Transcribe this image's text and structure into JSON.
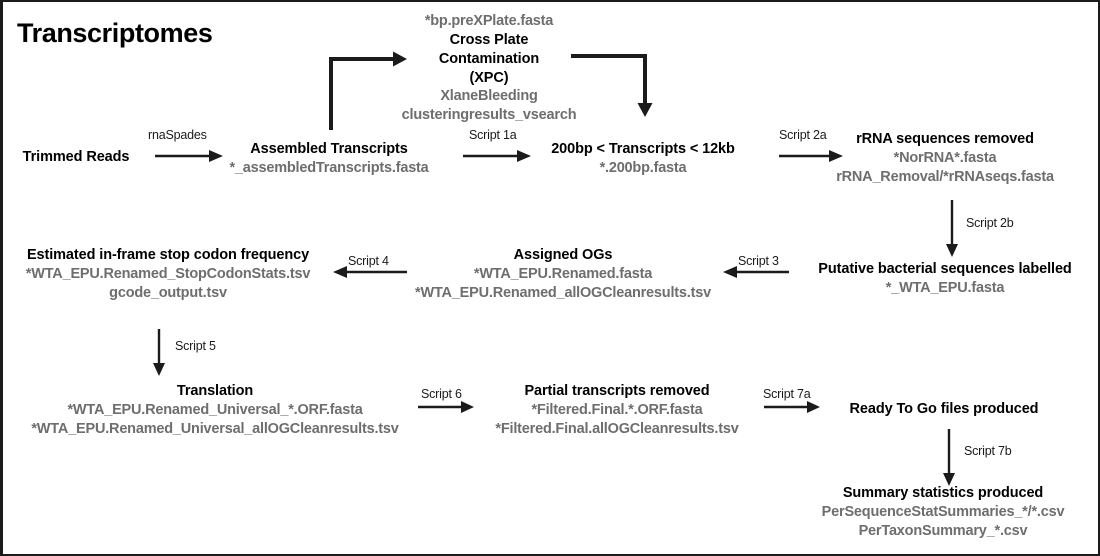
{
  "page": {
    "title": "Transcriptomes",
    "colors": {
      "text": "#000000",
      "file_text": "#6e6e6e",
      "arrow": "#1b1b1b",
      "background": "#ffffff",
      "border": "#1b1b1b"
    }
  },
  "nodes": {
    "trimmed_reads": {
      "title": "Trimmed Reads"
    },
    "xpc": {
      "file_top": "*bp.preXPlate.fasta",
      "title_line1": "Cross Plate",
      "title_line2": "Contamination",
      "title_line3": "(XPC)",
      "file_line1": "XlaneBleeding",
      "file_line2": "clusteringresults_vsearch"
    },
    "assembled_transcripts": {
      "title": "Assembled Transcripts",
      "file1": "*_assembledTranscripts.fasta"
    },
    "size_filter": {
      "title": "200bp < Transcripts < 12kb",
      "file1": "*.200bp.fasta"
    },
    "rrna_removed": {
      "title": "rRNA sequences removed",
      "file1": "*NorRNA*.fasta",
      "file2": "rRNA_Removal/*rRNAseqs.fasta"
    },
    "bacterial_labelled": {
      "title": "Putative bacterial sequences labelled",
      "file1": "*_WTA_EPU.fasta"
    },
    "assigned_ogs": {
      "title": "Assigned OGs",
      "file1": "*WTA_EPU.Renamed.fasta",
      "file2": "*WTA_EPU.Renamed_allOGCleanresults.tsv"
    },
    "stop_codon": {
      "title": "Estimated in-frame stop codon frequency",
      "file1": "*WTA_EPU.Renamed_StopCodonStats.tsv",
      "file2": "gcode_output.tsv"
    },
    "translation": {
      "title": "Translation",
      "file1": "*WTA_EPU.Renamed_Universal_*.ORF.fasta",
      "file2": "*WTA_EPU.Renamed_Universal_allOGCleanresults.tsv"
    },
    "partial_removed": {
      "title": "Partial transcripts removed",
      "file1": "*Filtered.Final.*.ORF.fasta",
      "file2": "*Filtered.Final.allOGCleanresults.tsv"
    },
    "ready_to_go": {
      "title": "Ready To Go files produced"
    },
    "summary_stats": {
      "title": "Summary statistics produced",
      "file1": "PerSequenceStatSummaries_*/*.csv",
      "file2": "PerTaxonSummary_*.csv"
    }
  },
  "edges": {
    "rnaspades": "rnaSpades",
    "script1a": "Script 1a",
    "script2a": "Script 2a",
    "script2b": "Script 2b",
    "script3": "Script 3",
    "script4": "Script 4",
    "script5": "Script 5",
    "script6": "Script 6",
    "script7a": "Script 7a",
    "script7b": "Script 7b"
  }
}
